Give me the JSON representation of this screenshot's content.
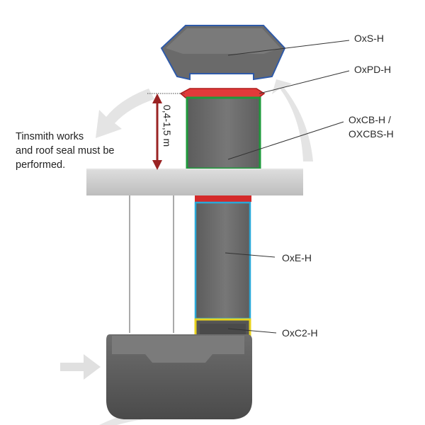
{
  "labels": {
    "oxs": "OxS-H",
    "oxpd": "OxPD-H",
    "oxcb_line1": "OxCB-H /",
    "oxcb_line2": "OXCBS-H",
    "oxe": "OxE-H",
    "oxc2": "OxC2-H"
  },
  "note": {
    "line1": "Tinsmith works",
    "line2": "and roof seal must be",
    "line3": "performed."
  },
  "dimension": "0,4-1,5 m",
  "colors": {
    "oxs_outline": "#2f5aa8",
    "oxpd_outline": "#d42a2a",
    "oxcb_outline": "#1f9a3c",
    "oxe_outline": "#2aa8d8",
    "oxc2_outline": "#e8d21c",
    "dimension_arrow": "#9a2323",
    "body_gray": "#6b6b6b",
    "roof_gray": "#cfcfcf",
    "airflow_arrow": "#e2e2e2"
  }
}
